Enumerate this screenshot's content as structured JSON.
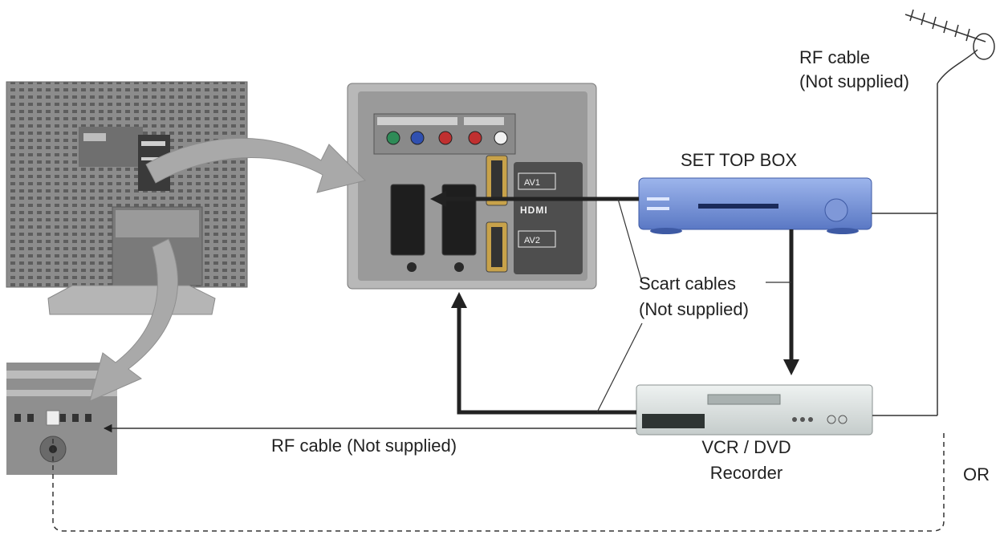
{
  "labels": {
    "rf_cable_antenna_line1": "RF cable",
    "rf_cable_antenna_line2": "(Not supplied)",
    "set_top_box": "SET TOP BOX",
    "scart_cables_line1": "Scart cables",
    "scart_cables_line2": "(Not supplied)",
    "rf_cable_bottom": "RF cable (Not supplied)",
    "vcr_dvd_line1": "VCR / DVD",
    "vcr_dvd_line2": "Recorder",
    "or": "OR"
  },
  "panel": {
    "hdmi": "HDMI",
    "av1": "AV1",
    "av2": "AV2"
  },
  "colors": {
    "tv_gray": "#8a8a8a",
    "panel_gray": "#9a9a9a",
    "stb_blue": "#6f8fd6",
    "vcr_silver": "#d9dedd",
    "cable": "#222222",
    "arrow_gray": "#a9a9a9"
  }
}
